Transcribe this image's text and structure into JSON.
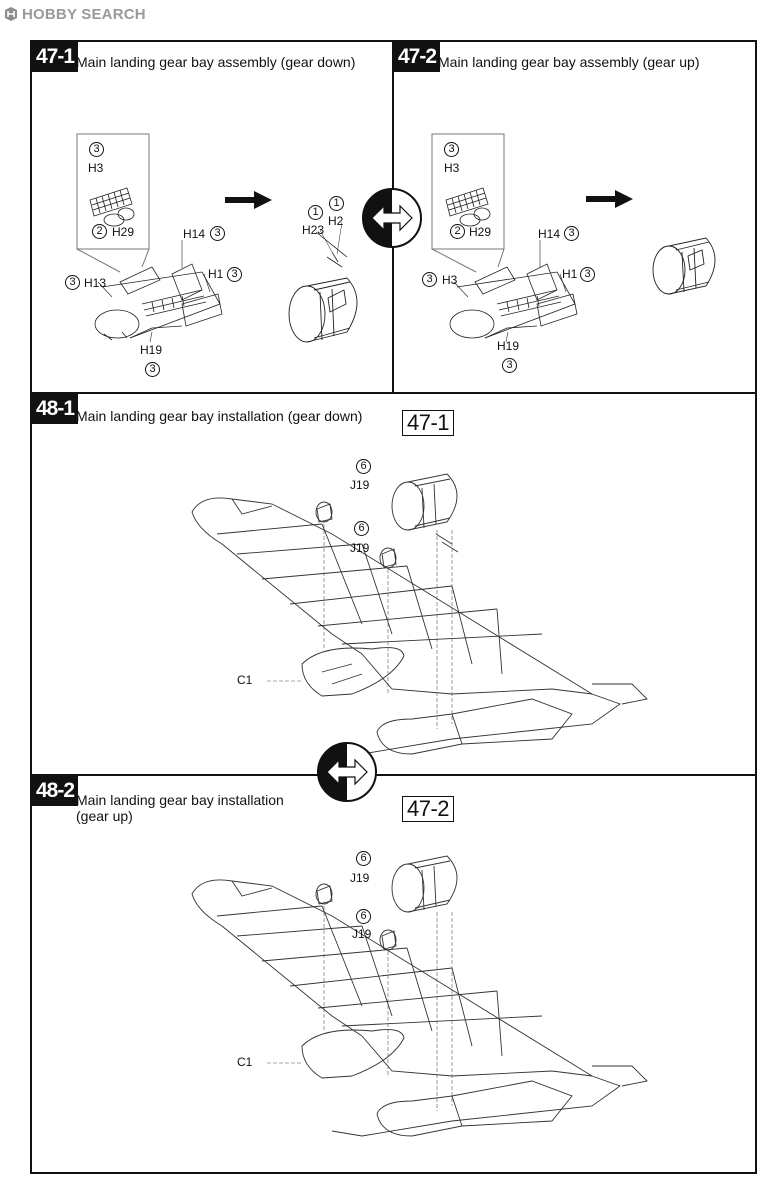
{
  "header": {
    "logo_text": "HOBBY SEARCH"
  },
  "steps": [
    {
      "number": "47-1",
      "title": "Main landing gear bay assembly (gear down)"
    },
    {
      "number": "47-2",
      "title": "Main landing gear bay assembly (gear up)"
    },
    {
      "number": "48-1",
      "title": "Main landing gear bay installation (gear down)",
      "ref": "47-1"
    },
    {
      "number": "48-2",
      "title_line1": "Main landing gear bay installation",
      "title_line2": "(gear up)",
      "ref": "47-2"
    }
  ],
  "parts": {
    "a_h3_num": "3",
    "a_h3": "H3",
    "a_h29_num": "2",
    "a_h29": "H29",
    "a_h14": "H14",
    "a_h14_num": "3",
    "a_h1": "H1",
    "a_h1_num": "3",
    "a_h13_num": "3",
    "a_h13": "H13",
    "a_h19": "H19",
    "a_h19_num": "3",
    "a_h23_num": "1",
    "a_h23": "H23",
    "a_h2_num": "1",
    "a_h2": "H2",
    "b_h3_num": "3",
    "b_h3": "H3",
    "b_h29_num": "2",
    "b_h29": "H29",
    "b_h14": "H14",
    "b_h14_num": "3",
    "b_h1": "H1",
    "b_h1_num": "3",
    "b_h3b_num": "3",
    "b_h3b": "H3",
    "b_h19": "H19",
    "b_h19_num": "3",
    "c_j19a_num": "6",
    "c_j19a": "J19",
    "c_j19b_num": "6",
    "c_j19b": "J19",
    "c_c1": "C1",
    "d_j19a_num": "6",
    "d_j19a": "J19",
    "d_j19b_num": "6",
    "d_j19b": "J19",
    "d_c1": "C1"
  }
}
